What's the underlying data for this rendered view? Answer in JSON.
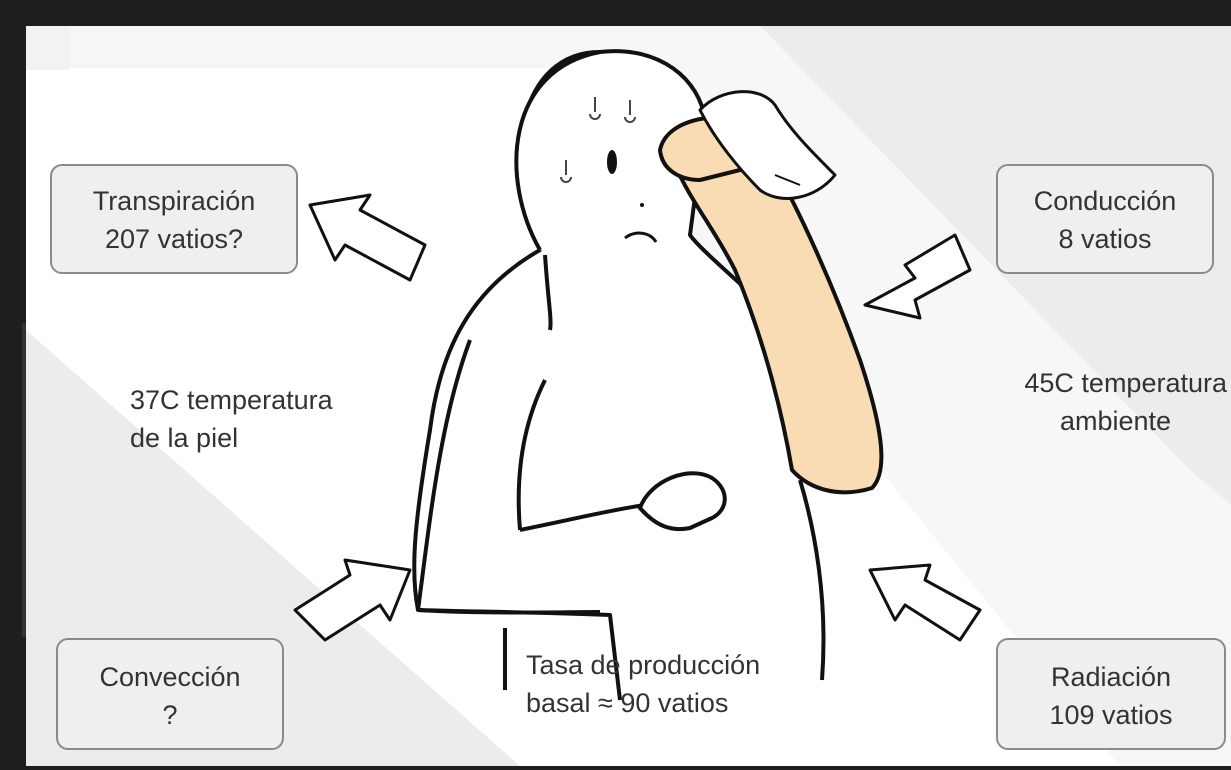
{
  "boxes": {
    "transpiracion": {
      "title": "Transpiración",
      "value": "207 vatios?"
    },
    "conduccion": {
      "title": "Conducción",
      "value": "8 vatios"
    },
    "conveccion": {
      "title": "Convección",
      "value": "?"
    },
    "radiacion": {
      "title": "Radiación",
      "value": "109 vatios"
    }
  },
  "labels": {
    "skin_temp": {
      "line1": "37C temperatura",
      "line2": "de la piel"
    },
    "ambient_temp": {
      "line1": "45C temperatura",
      "line2": "ambiente"
    },
    "basal_rate": {
      "line1": "Tasa de producción",
      "line2": "basal ≈ 90 vatios"
    }
  },
  "colors": {
    "background_dark": "#1e1e1e",
    "hot_region": "#ececec",
    "arm_skin": "#fadcb4",
    "outline": "#111111",
    "box_fill": "#efefef",
    "box_border": "#8a8a8a",
    "arrow_fill": "#ffffff"
  },
  "icons": [
    "sweat-drop-icon",
    "handkerchief-icon",
    "heat-flow-arrow-icon"
  ]
}
